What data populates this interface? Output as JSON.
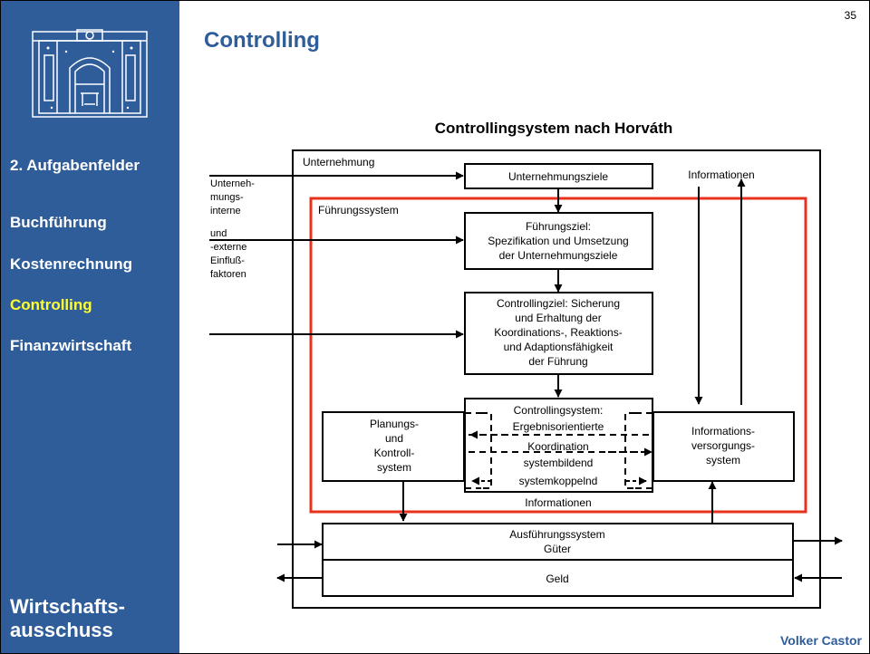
{
  "page_number": "35",
  "slide_title": "Controlling",
  "author": "Volker Castor",
  "sidebar": {
    "section": "2. Aufgabenfelder",
    "items": [
      "Buchführung",
      "Kostenrechnung",
      "Controlling",
      "Finanzwirtschaft"
    ],
    "active_item": "Controlling",
    "organization_lines": [
      "Wirtschafts-",
      "ausschuss"
    ]
  },
  "diagram": {
    "title": "Controllingsystem nach Horváth",
    "outer_label": "Unternehmung",
    "management_label": "Führungssystem",
    "external_factors": [
      "Unterneh-",
      "mungs-",
      "interne",
      "und",
      "-externe",
      "Einfluß-",
      "faktoren"
    ],
    "goals_box": "Unternehmungsziele",
    "info_top_label": "Informationen",
    "leadership_goal": [
      "Führungsziel:",
      "Spezifikation und Umsetzung",
      "der Unternehmungsziele"
    ],
    "controlling_goal": [
      "Controllingziel: Sicherung",
      "und Erhaltung der",
      "Koordinations-, Reaktions-",
      "und Adaptionsfähigkeit",
      "der Führung"
    ],
    "controlling_system": [
      "Controllingsystem:",
      "Ergebnisorientierte",
      "Koordination",
      "systembildend",
      "systemkoppelnd"
    ],
    "planning_system": [
      "Planungs-",
      "und",
      "Kontroll-",
      "system"
    ],
    "info_supply_system": [
      "Informations-",
      "versorgungs-",
      "system"
    ],
    "info_bottom_label": "Informationen",
    "execution_system": [
      "Ausführungssystem",
      "Güter"
    ],
    "money_label": "Geld",
    "colors": {
      "accent": "#2f5d9a",
      "highlight": "#e8321e",
      "active": "#ffff33"
    }
  }
}
